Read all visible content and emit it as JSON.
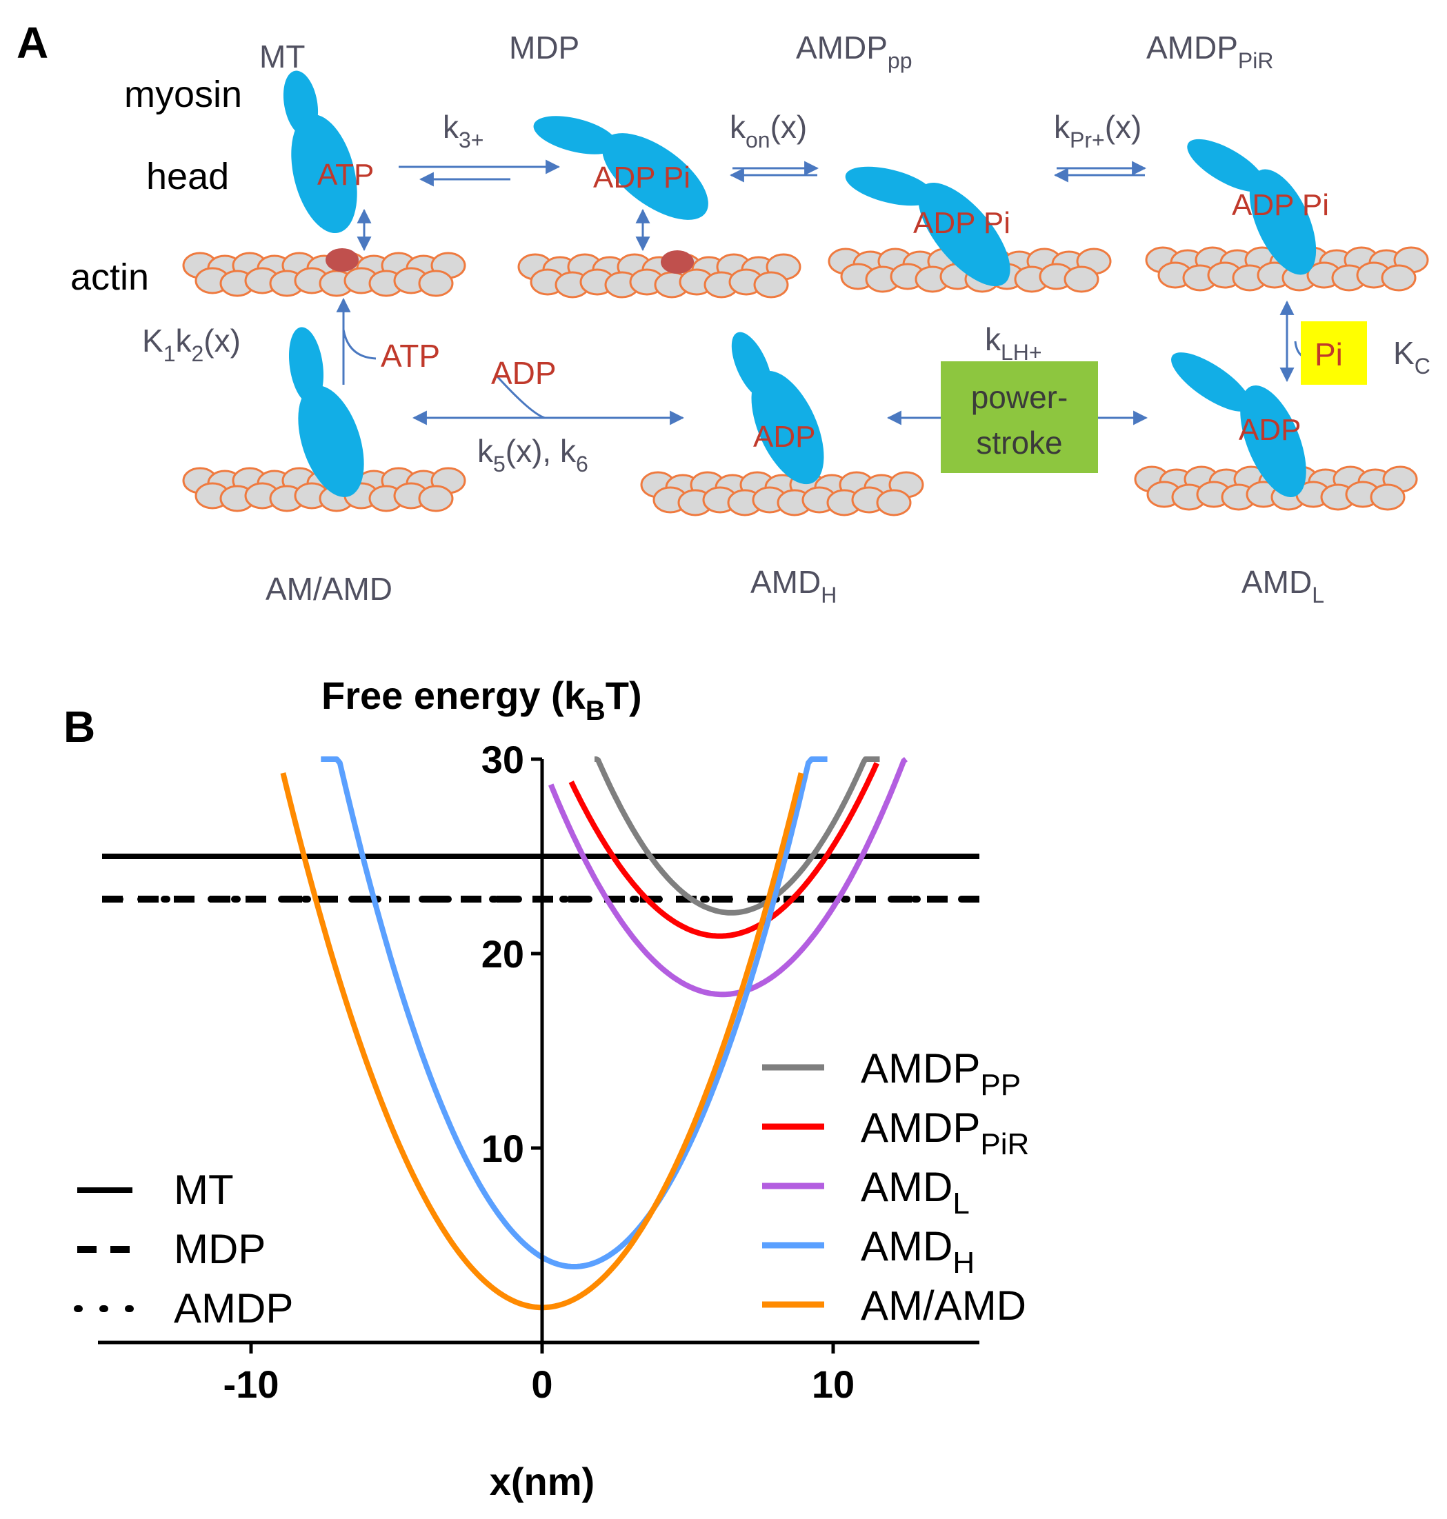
{
  "panelA": {
    "panel_label": "A",
    "side_labels": {
      "myosin": "myosin",
      "head": "head",
      "actin": "actin"
    },
    "states": {
      "mt": "MT",
      "mdp": "MDP",
      "amdp_pp": {
        "base": "AMDP",
        "sub": "pp"
      },
      "amdp_pir": {
        "base": "AMDP",
        "sub": "PiR"
      },
      "am_amd": "AM/AMD",
      "amd_h": {
        "base": "AMD",
        "sub": "H"
      },
      "amd_l": {
        "base": "AMD",
        "sub": "L"
      }
    },
    "head_labels": {
      "mt": "ATP",
      "mdp": "ADP Pi",
      "amdp_pp": "ADP Pi",
      "amdp_pir": "ADP Pi",
      "amd_h": "ADP",
      "amd_l": "ADP"
    },
    "rates": {
      "k3": {
        "base": "k",
        "sub": "3+"
      },
      "kon": {
        "base": "k",
        "sub": "on",
        "tail": "(x)"
      },
      "kpr": {
        "base": "k",
        "sub": "Pr+",
        "tail": "(x)"
      },
      "klh": {
        "base": "k",
        "sub": "LH+"
      },
      "k1k2": {
        "a": "K",
        "a_sub": "1",
        "b": "k",
        "b_sub": "2",
        "tail": "(x)"
      },
      "k5k6": {
        "a": "k",
        "a_sub": "5",
        "mid": "(x), ",
        "b": "k",
        "b_sub": "6"
      },
      "kc": {
        "base": "K",
        "sub": "C"
      }
    },
    "ligands": {
      "atp": "ATP",
      "adp": "ADP",
      "pi": "Pi"
    },
    "powerstroke": {
      "line1": "power-",
      "line2": "stroke"
    },
    "colors": {
      "myosin": "#12aee6",
      "actin_fill": "#d8d8d8",
      "actin_edge": "#ef7a3f",
      "site": "#c0504d",
      "arrow": "#4a78c0",
      "label_red": "#c0392b",
      "text_gray": "#505060",
      "powerstroke": "#8dc63f",
      "pi_box": "#ffff00"
    }
  },
  "panelB": {
    "panel_label": "B",
    "chart_data": {
      "type": "line",
      "title": {
        "base": "Free energy (k",
        "sub": "B",
        "tail": "T)"
      },
      "xlabel": "x(nm)",
      "ylabel": "",
      "xlim": [
        -15,
        15
      ],
      "ylim": [
        0,
        30
      ],
      "xticks": [
        -10,
        0,
        10
      ],
      "yticks": [
        10,
        20,
        30
      ],
      "grid": false,
      "legend": [
        "bottom-left",
        "middle-right"
      ],
      "series": [
        {
          "key": "MT",
          "name": "MT",
          "sub": "",
          "kind": "constant",
          "value": 25,
          "color": "#000000",
          "dash": "solid"
        },
        {
          "key": "MDP",
          "name": "MDP",
          "sub": "",
          "kind": "constant",
          "value": 22.8,
          "color": "#000000",
          "dash": "dashed"
        },
        {
          "key": "AMDP",
          "name": "AMDP",
          "sub": "",
          "kind": "constant",
          "value": 22.8,
          "color": "#000000",
          "dash": "dotted"
        },
        {
          "key": "AMDP_PP",
          "name": "AMDP",
          "sub": "PP",
          "kind": "parabola",
          "center": 6.5,
          "min": 22.1,
          "k": 0.375,
          "x_start": 1.8,
          "x_end": 11.6,
          "color": "#7f7f7f"
        },
        {
          "key": "AMDP_PiR",
          "name": "AMDP",
          "sub": "PiR",
          "kind": "parabola",
          "center": 6.1,
          "min": 20.9,
          "k": 0.305,
          "x_start": 1.0,
          "x_end": 11.5,
          "color": "#ff0000"
        },
        {
          "key": "AMD_L",
          "name": "AMD",
          "sub": "L",
          "kind": "parabola",
          "center": 6.2,
          "min": 17.9,
          "k": 0.31,
          "x_start": 0.3,
          "x_end": 12.5,
          "color": "#b35ee0"
        },
        {
          "key": "AMD_H",
          "name": "AMD",
          "sub": "H",
          "kind": "parabola",
          "center": 1.1,
          "min": 3.9,
          "k": 0.4,
          "x_start": -7.6,
          "x_end": 9.8,
          "color": "#5aa0ff"
        },
        {
          "key": "AM_AMD",
          "name": "AM/AMD",
          "sub": "",
          "kind": "parabola",
          "center": 0,
          "min": 1.8,
          "k": 0.347,
          "x_start": -8.9,
          "x_end": 8.9,
          "color": "#ff8a00"
        }
      ]
    }
  }
}
